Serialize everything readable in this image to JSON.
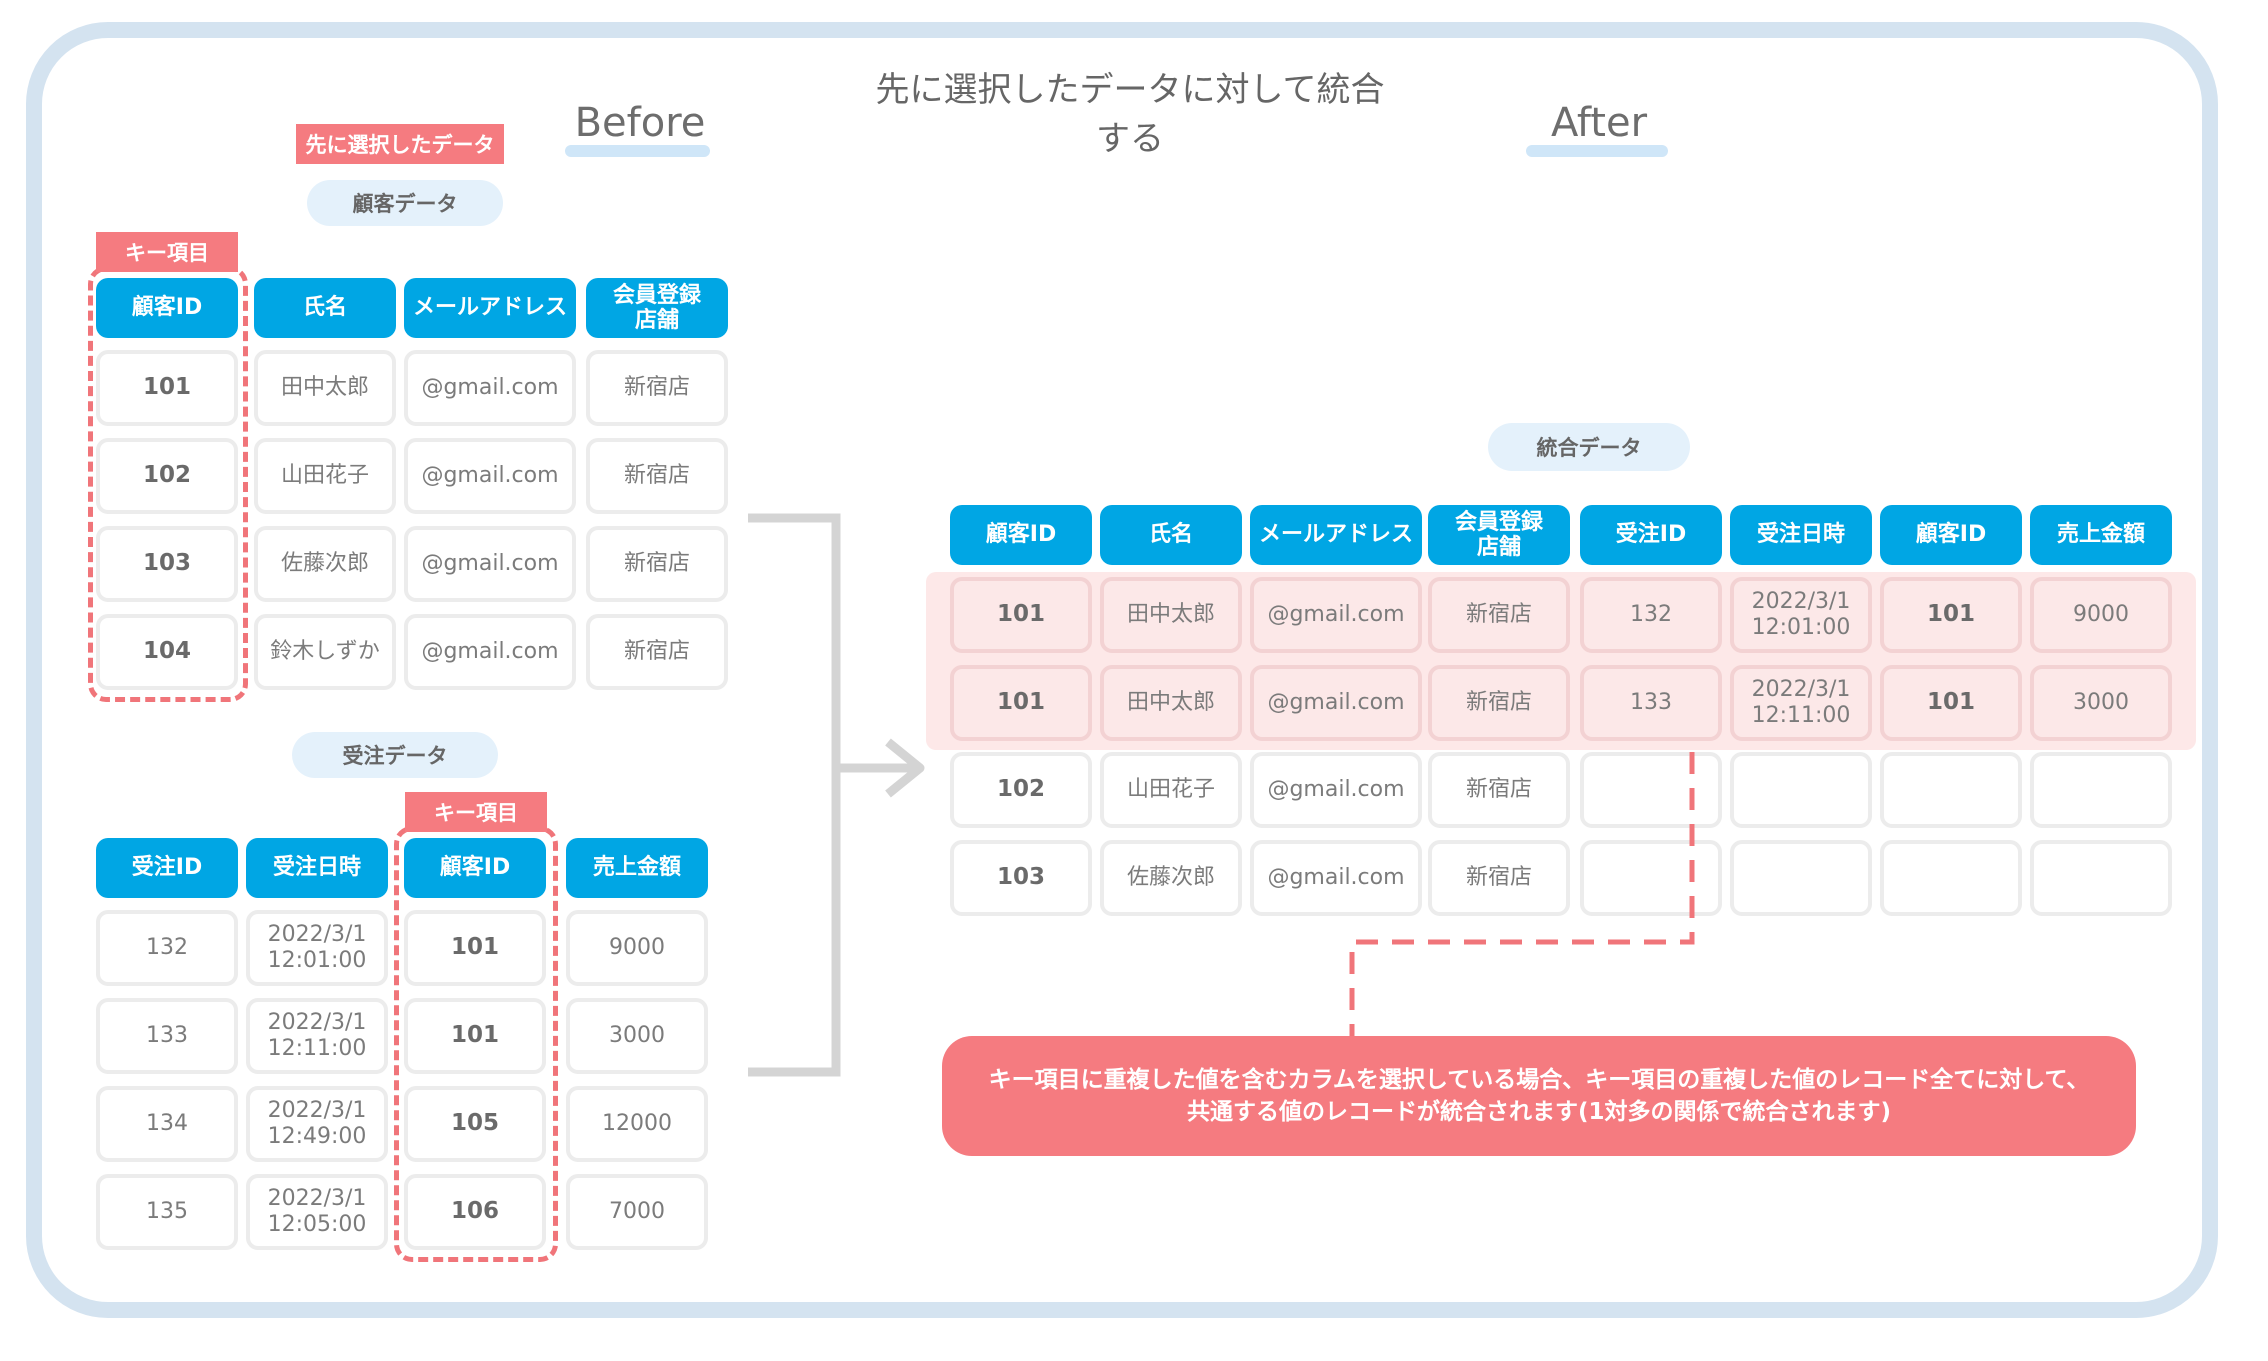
{
  "title": "先に選択したデータに対して統合する",
  "before_label": "Before",
  "after_label": "After",
  "selected_tag": "先に選択したデータ",
  "key_tag": "キー項目",
  "customer_table": {
    "name": "顧客データ",
    "headers": [
      "顧客ID",
      "氏名",
      "メールアドレス",
      "会員登録\n店舗"
    ],
    "rows": [
      [
        "101",
        "田中太郎",
        "@gmail.com",
        "新宿店"
      ],
      [
        "102",
        "山田花子",
        "@gmail.com",
        "新宿店"
      ],
      [
        "103",
        "佐藤次郎",
        "@gmail.com",
        "新宿店"
      ],
      [
        "104",
        "鈴木しずか",
        "@gmail.com",
        "新宿店"
      ]
    ]
  },
  "order_table": {
    "name": "受注データ",
    "headers": [
      "受注ID",
      "受注日時",
      "顧客ID",
      "売上金額"
    ],
    "rows": [
      [
        "132",
        "2022/3/1\n12:01:00",
        "101",
        "9000"
      ],
      [
        "133",
        "2022/3/1\n12:11:00",
        "101",
        "3000"
      ],
      [
        "134",
        "2022/3/1\n12:49:00",
        "105",
        "12000"
      ],
      [
        "135",
        "2022/3/1\n12:05:00",
        "106",
        "7000"
      ]
    ]
  },
  "merged_table": {
    "name": "統合データ",
    "headers": [
      "顧客ID",
      "氏名",
      "メールアドレス",
      "会員登録\n店舗",
      "受注ID",
      "受注日時",
      "顧客ID",
      "売上金額"
    ],
    "rows": [
      [
        "101",
        "田中太郎",
        "@gmail.com",
        "新宿店",
        "132",
        "2022/3/1\n12:01:00",
        "101",
        "9000"
      ],
      [
        "101",
        "田中太郎",
        "@gmail.com",
        "新宿店",
        "133",
        "2022/3/1\n12:11:00",
        "101",
        "3000"
      ],
      [
        "102",
        "山田花子",
        "@gmail.com",
        "新宿店",
        "",
        "",
        "",
        ""
      ],
      [
        "103",
        "佐藤次郎",
        "@gmail.com",
        "新宿店",
        "",
        "",
        "",
        ""
      ]
    ],
    "highlighted_rows": [
      0,
      1
    ]
  },
  "note": {
    "line1": "キー項目に重複した値を含むカラムを選択している場合、キー項目の重複した値のレコード全てに対して、",
    "line2": "共通する値のレコードが統合されます(1対多の関係で統合されます)"
  },
  "colors": {
    "header_blue": "#00a6e4",
    "key_pink": "#f57b80",
    "highlight_pink": "#fde8e8",
    "frame_blue": "#d4e3f0"
  }
}
